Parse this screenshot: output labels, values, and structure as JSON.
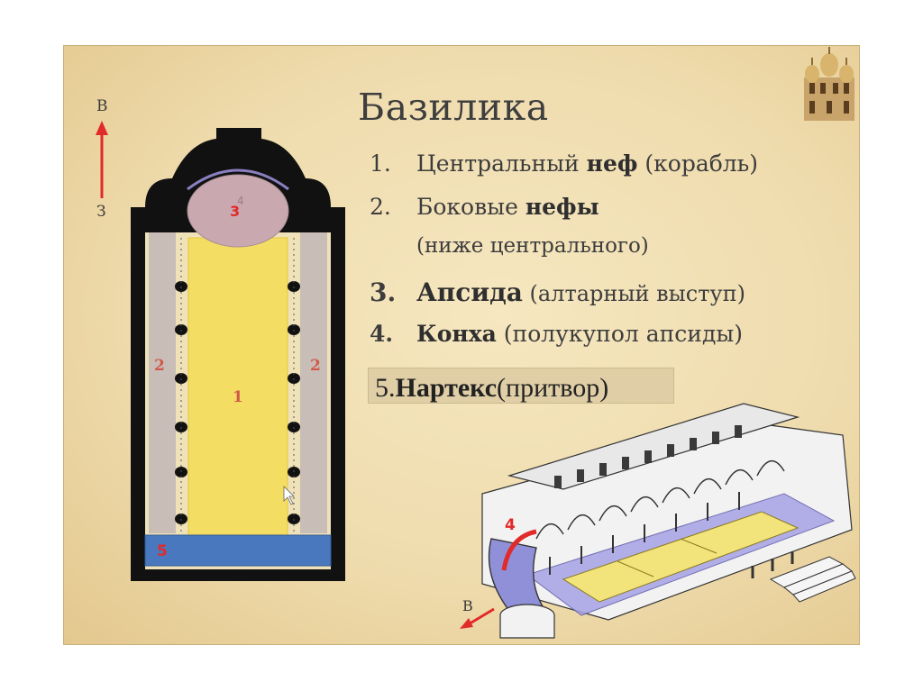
{
  "title": "Базилика",
  "list": [
    {
      "num": "1.",
      "text": "Центральный ",
      "bold": "неф",
      "tail": " (корабль)"
    },
    {
      "num": "2.",
      "text": "Боковые ",
      "bold": "нефы",
      "tail": ""
    },
    {
      "sub": "(ниже центрального)"
    },
    {
      "num": "3.",
      "text": "",
      "bold": "Апсида",
      "tail": " (алтарный выступ)"
    },
    {
      "num": "4.",
      "text": "",
      "bold": "Конха",
      "tail": " (полукупол апсиды)"
    }
  ],
  "narthex": {
    "num": "5.",
    "bold": "Нартекс",
    "tail": "(притвор)"
  },
  "compass": {
    "east": "В",
    "west": "З"
  },
  "plan_labels": {
    "apse": "3",
    "apse_small": "4",
    "side_left": "2",
    "side_right": "2",
    "nave": "1",
    "narthex": "5"
  },
  "cutaway_labels": {
    "conch": "4",
    "east": "В"
  },
  "colors": {
    "nave": "#f4dd63",
    "aisle": "#c9bdb8",
    "apse": "#c9a8b0",
    "narthex": "#4a78be",
    "walls": "#111111",
    "red": "#e12a2a"
  }
}
